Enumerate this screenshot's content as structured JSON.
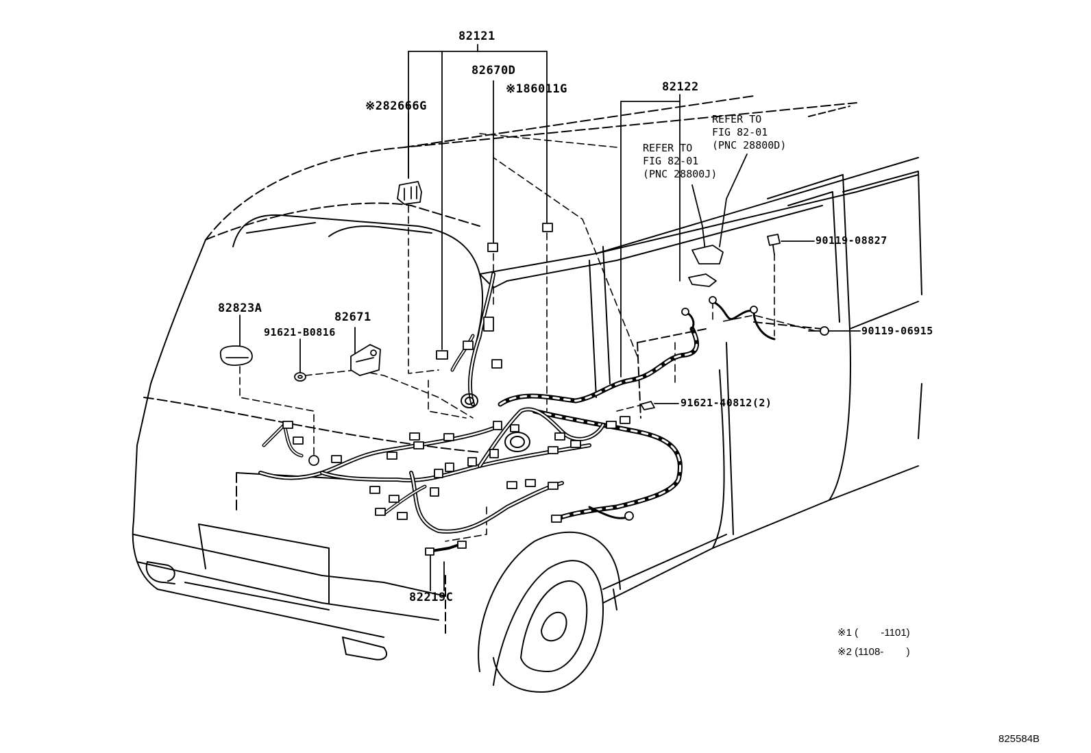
{
  "parts": {
    "p82121": "82121",
    "p82670D": "82670D",
    "p86011G": "※186011G",
    "p82666G": "※282666G",
    "p82122": "82122",
    "p82823A": "82823A",
    "p82671": "82671",
    "p91621B0816": "91621-B0816",
    "p9011908827": "90119-08827",
    "p9011906915": "90119-06915",
    "p9162140812": "91621-40812(2)",
    "p82219C": "82219C"
  },
  "references": {
    "ref_d": [
      "REFER TO",
      "FIG 82-01",
      "(PNC 28800D)"
    ],
    "ref_j": [
      "REFER TO",
      "FIG 82-01",
      "(PNC 28800J)"
    ]
  },
  "legend": {
    "note1": "※1 (        -1101)",
    "note2": "※2 (1108-        )"
  },
  "diagram_code": "825584B"
}
